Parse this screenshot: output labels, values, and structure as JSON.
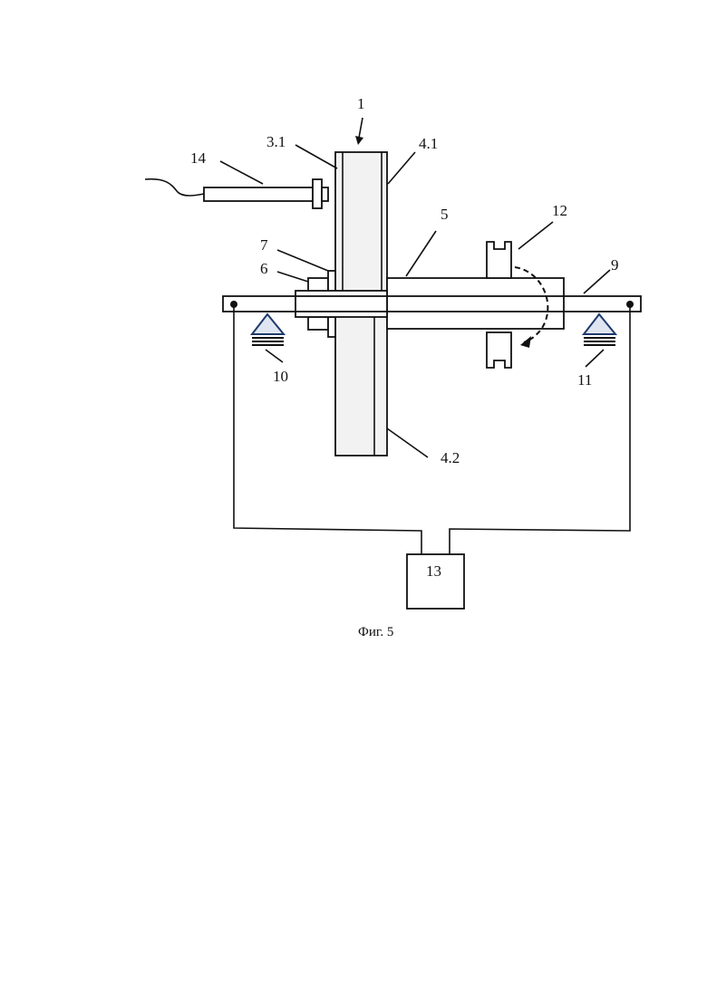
{
  "figure": {
    "caption": "Фиг. 5",
    "labels": {
      "l1": "1",
      "l3_1": "3.1",
      "l4_1": "4.1",
      "l4_2": "4.2",
      "l5": "5",
      "l6": "6",
      "l7": "7",
      "l9": "9",
      "l10": "10",
      "l11": "11",
      "l12": "12",
      "l13": "13",
      "l14": "14"
    },
    "colors": {
      "line": "#111111",
      "support": "#1f3a6b",
      "plate_fill": "#f2f2f2"
    }
  }
}
